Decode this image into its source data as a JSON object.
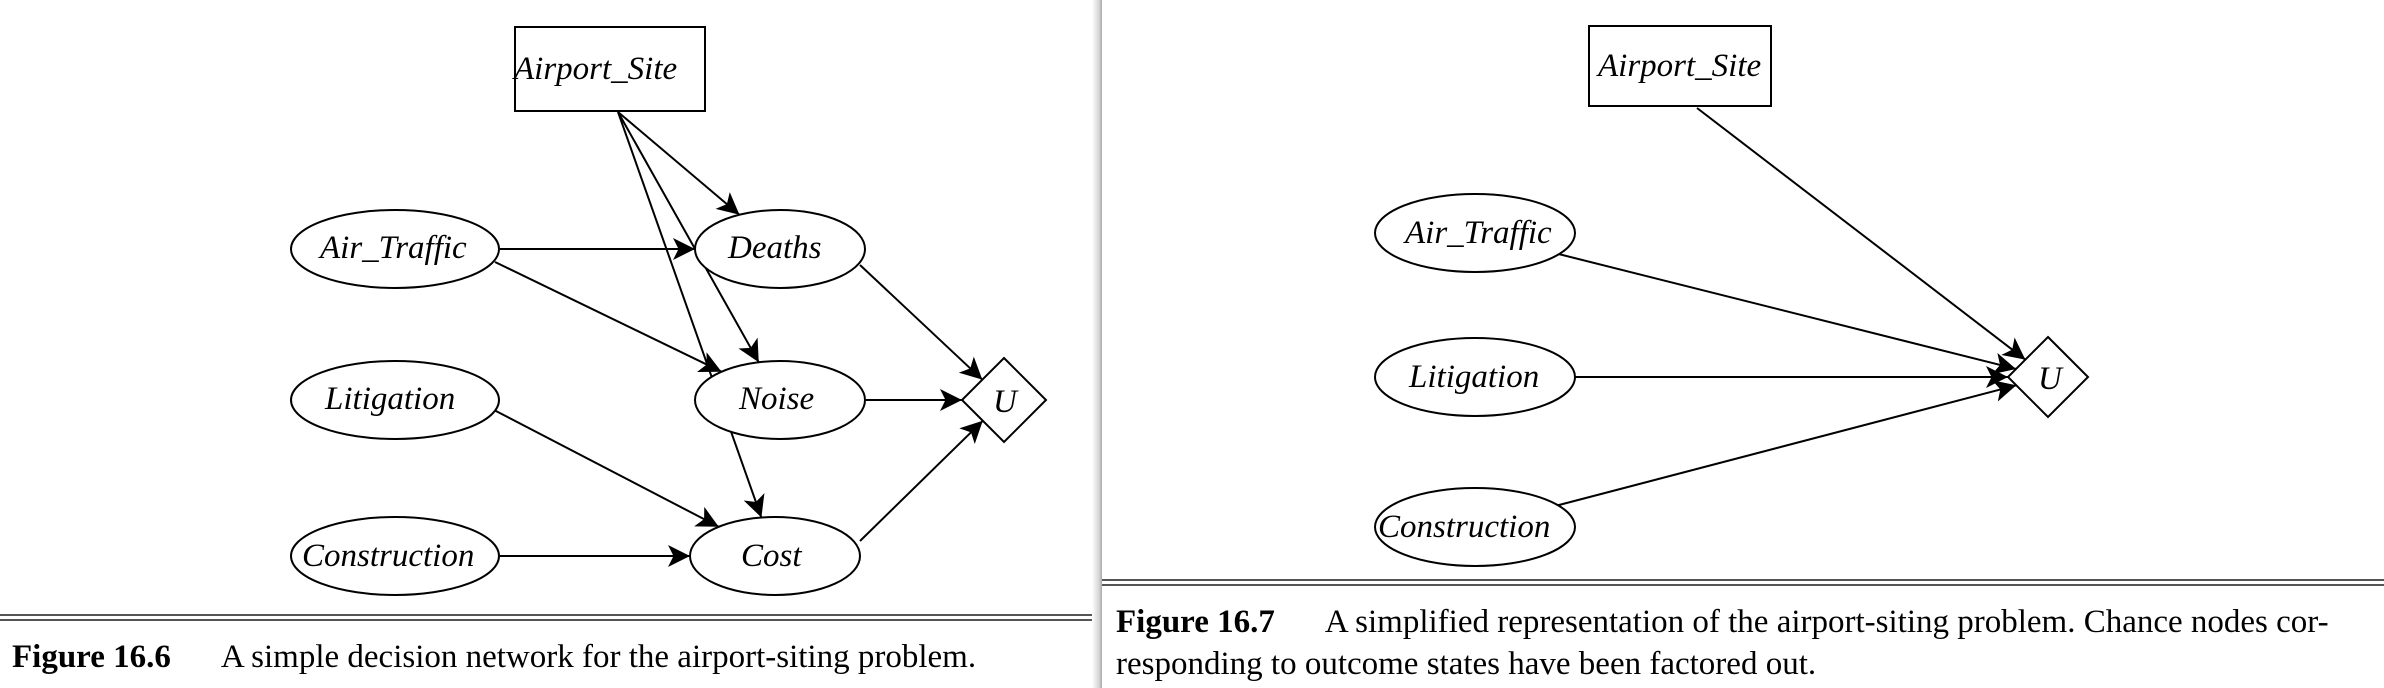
{
  "figures": [
    {
      "id": "fig-16-6",
      "number": "Figure 16.6",
      "caption": "A simple decision network for the airport-siting problem.",
      "nodes": [
        {
          "id": "airport_site",
          "label": "Airport_Site",
          "kind": "decision"
        },
        {
          "id": "air_traffic",
          "label": "Air_Traffic",
          "kind": "chance"
        },
        {
          "id": "litigation",
          "label": "Litigation",
          "kind": "chance"
        },
        {
          "id": "construction",
          "label": "Construction",
          "kind": "chance"
        },
        {
          "id": "deaths",
          "label": "Deaths",
          "kind": "chance"
        },
        {
          "id": "noise",
          "label": "Noise",
          "kind": "chance"
        },
        {
          "id": "cost",
          "label": "Cost",
          "kind": "chance"
        },
        {
          "id": "u",
          "label": "U",
          "kind": "utility"
        }
      ],
      "edges": [
        {
          "from": "airport_site",
          "to": "deaths"
        },
        {
          "from": "airport_site",
          "to": "noise"
        },
        {
          "from": "airport_site",
          "to": "cost"
        },
        {
          "from": "air_traffic",
          "to": "deaths"
        },
        {
          "from": "air_traffic",
          "to": "noise"
        },
        {
          "from": "litigation",
          "to": "cost"
        },
        {
          "from": "construction",
          "to": "cost"
        },
        {
          "from": "deaths",
          "to": "u"
        },
        {
          "from": "noise",
          "to": "u"
        },
        {
          "from": "cost",
          "to": "u"
        }
      ]
    },
    {
      "id": "fig-16-7",
      "number": "Figure 16.7",
      "caption": "A simplified representation of the airport-siting problem. Chance nodes cor- responding to outcome states have been factored out.",
      "nodes": [
        {
          "id": "airport_site",
          "label": "Airport_Site",
          "kind": "decision"
        },
        {
          "id": "air_traffic",
          "label": "Air_Traffic",
          "kind": "chance"
        },
        {
          "id": "litigation",
          "label": "Litigation",
          "kind": "chance"
        },
        {
          "id": "construction",
          "label": "Construction",
          "kind": "chance"
        },
        {
          "id": "u",
          "label": "U",
          "kind": "utility"
        }
      ],
      "edges": [
        {
          "from": "airport_site",
          "to": "u"
        },
        {
          "from": "air_traffic",
          "to": "u"
        },
        {
          "from": "litigation",
          "to": "u"
        },
        {
          "from": "construction",
          "to": "u"
        }
      ]
    }
  ]
}
